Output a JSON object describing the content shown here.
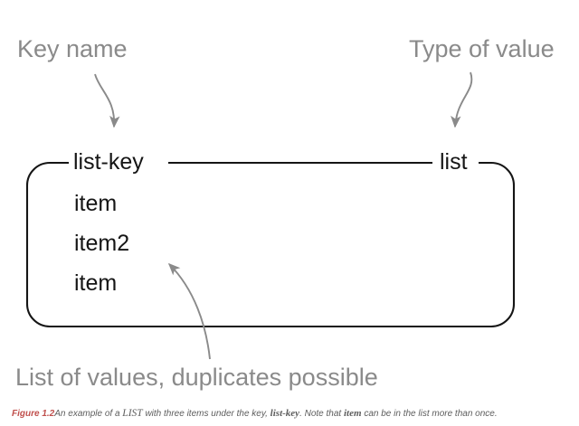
{
  "diagram": {
    "title": "LIST key-value structure diagram",
    "box": {
      "key_label": "list-key",
      "type_label": "list",
      "items": [
        {
          "text": "item"
        },
        {
          "text": "item2"
        },
        {
          "text": "item"
        }
      ]
    },
    "callouts": [
      {
        "id": "key-name",
        "text": "Key name"
      },
      {
        "id": "type-value",
        "text": "Type of value"
      },
      {
        "id": "list-values",
        "text": "List of values, duplicates possible"
      }
    ]
  },
  "caption": {
    "number": "Figure 1.2",
    "part1": "An example of a ",
    "term1": "LIST",
    "part2": " with three items under the key, ",
    "term2": "list-key",
    "part3": ". Note that ",
    "term3": "item",
    "part4": " can be in the list more than once."
  },
  "colors": {
    "callout_gray": "#8a8a8a",
    "box_stroke": "#151515",
    "arrow_gray": "#8a8a8a",
    "caption_red": "#c0504d",
    "caption_gray": "#5d5d5d",
    "background": "#ffffff"
  }
}
